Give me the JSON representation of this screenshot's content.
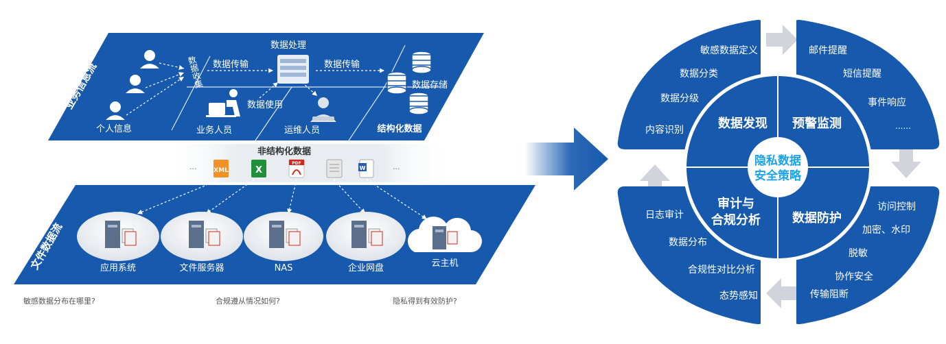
{
  "colors": {
    "blue": "#1659ad",
    "blue_dark": "#0d4a9a",
    "blue_mid": "#1d6ccc",
    "cyan_text": "#8fe6ff",
    "gray_arrow": "#c9ced6",
    "white": "#ffffff",
    "light_bg": "#eef0f3"
  },
  "left": {
    "top_panel": {
      "title": "业务信息流",
      "data_processing": "数据处理",
      "data_transfer_1": "数据传输",
      "data_transfer_2": "数据传输",
      "data_collection": "数据收集",
      "data_storage": "数据存储",
      "data_usage": "数据使用",
      "personal_info": "个人信息",
      "business_staff": "业务人员",
      "ops_staff": "运维人员",
      "structured_data": "结构化数据"
    },
    "middle": {
      "unstructured_title": "非结构化数据",
      "ellipsis_left": "...",
      "ellipsis_right": "...",
      "file_labels": [
        "XML",
        "X",
        "PDF",
        "W"
      ]
    },
    "bottom_panel": {
      "title": "文件数据流",
      "nodes": [
        "应用系统",
        "文件服务器",
        "NAS",
        "企业网盘",
        "云主机"
      ]
    },
    "questions": [
      "敏感数据分布在哪里?",
      "合规遵从情况如何?",
      "隐私得到有效防护?"
    ]
  },
  "right": {
    "center_title": "隐私数据\n安全策略",
    "center_line1": "隐私数据",
    "center_line2": "安全策略",
    "quadrants": {
      "discovery": {
        "title": "数据发现",
        "items": [
          "敏感数据定义",
          "数据分类",
          "数据分级",
          "内容识别"
        ]
      },
      "monitoring": {
        "title": "预警监测",
        "items": [
          "邮件提醒",
          "短信提醒",
          "事件响应",
          "......"
        ]
      },
      "audit": {
        "title_line1": "审计与",
        "title_line2": "合规分析",
        "items": [
          "日志审计",
          "数据分布",
          "合规性对比分析",
          "态势感知"
        ]
      },
      "protection": {
        "title": "数据防护",
        "items": [
          "访问控制",
          "加密、水印",
          "脱敏",
          "协作安全",
          "传输阻断"
        ]
      }
    }
  }
}
